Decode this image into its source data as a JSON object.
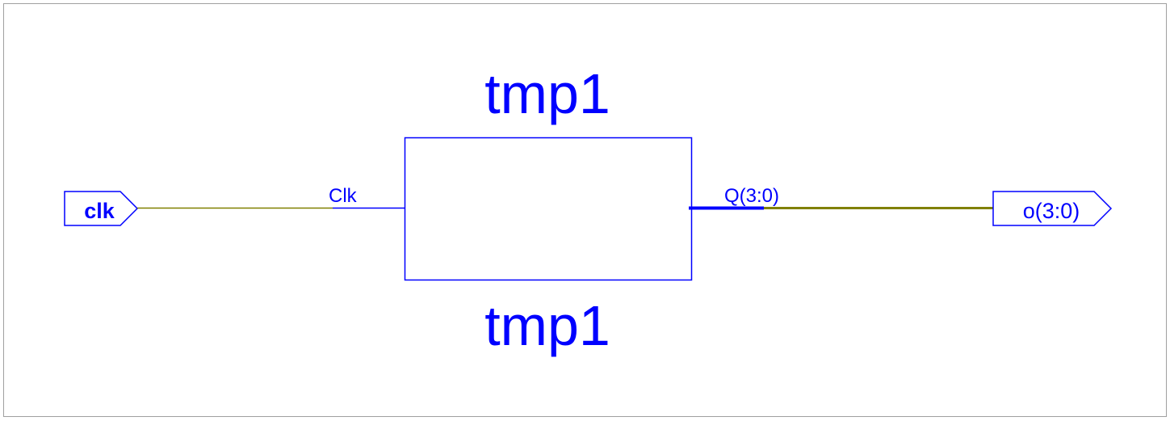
{
  "schematic": {
    "instance_name_top": "tmp1",
    "instance_name_bottom": "tmp1",
    "pins": {
      "clk_pin": "Clk",
      "q_pin": "Q(3:0)"
    },
    "ports": {
      "input_port": "clk",
      "output_port": "o(3:0)"
    }
  },
  "colors": {
    "symbol": "#0000ff",
    "wire": "#808000",
    "frame": "#a0a0a0"
  }
}
